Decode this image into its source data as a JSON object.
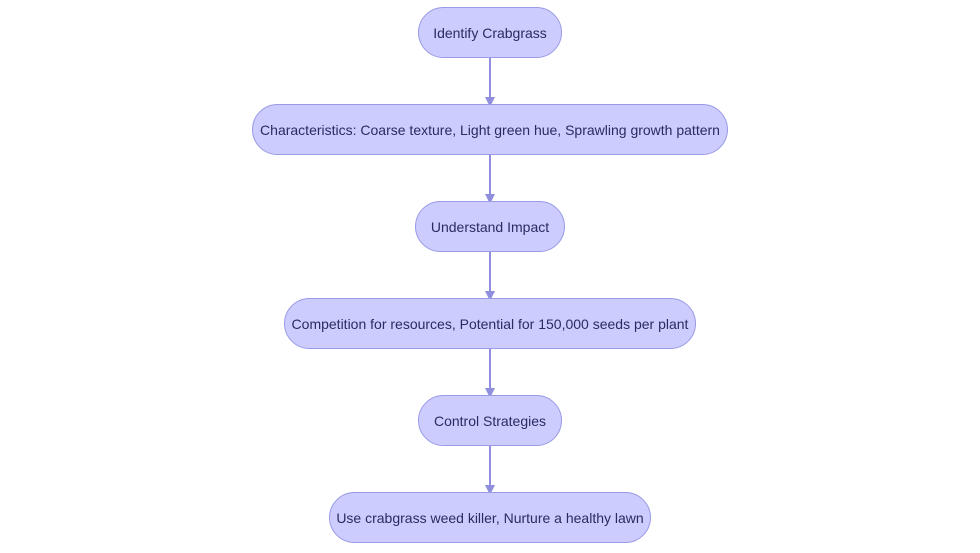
{
  "diagram": {
    "type": "flowchart",
    "direction": "top-to-bottom",
    "colors": {
      "node_fill": "#ccccff",
      "node_border": "#9a9ae6",
      "node_text": "#2b2b60",
      "edge": "#8f8fdd"
    },
    "nodes": [
      {
        "id": "identify",
        "label": "Identify Crabgrass"
      },
      {
        "id": "characteristics",
        "label": "Characteristics: Coarse texture, Light green hue, Sprawling growth pattern"
      },
      {
        "id": "impact",
        "label": "Understand Impact"
      },
      {
        "id": "competition",
        "label": "Competition for resources, Potential for 150,000 seeds per plant"
      },
      {
        "id": "control",
        "label": "Control Strategies"
      },
      {
        "id": "use-killer",
        "label": "Use crabgrass weed killer, Nurture a healthy lawn"
      }
    ],
    "edges": [
      {
        "from": "identify",
        "to": "characteristics"
      },
      {
        "from": "characteristics",
        "to": "impact"
      },
      {
        "from": "impact",
        "to": "competition"
      },
      {
        "from": "competition",
        "to": "control"
      },
      {
        "from": "control",
        "to": "use-killer"
      }
    ]
  }
}
